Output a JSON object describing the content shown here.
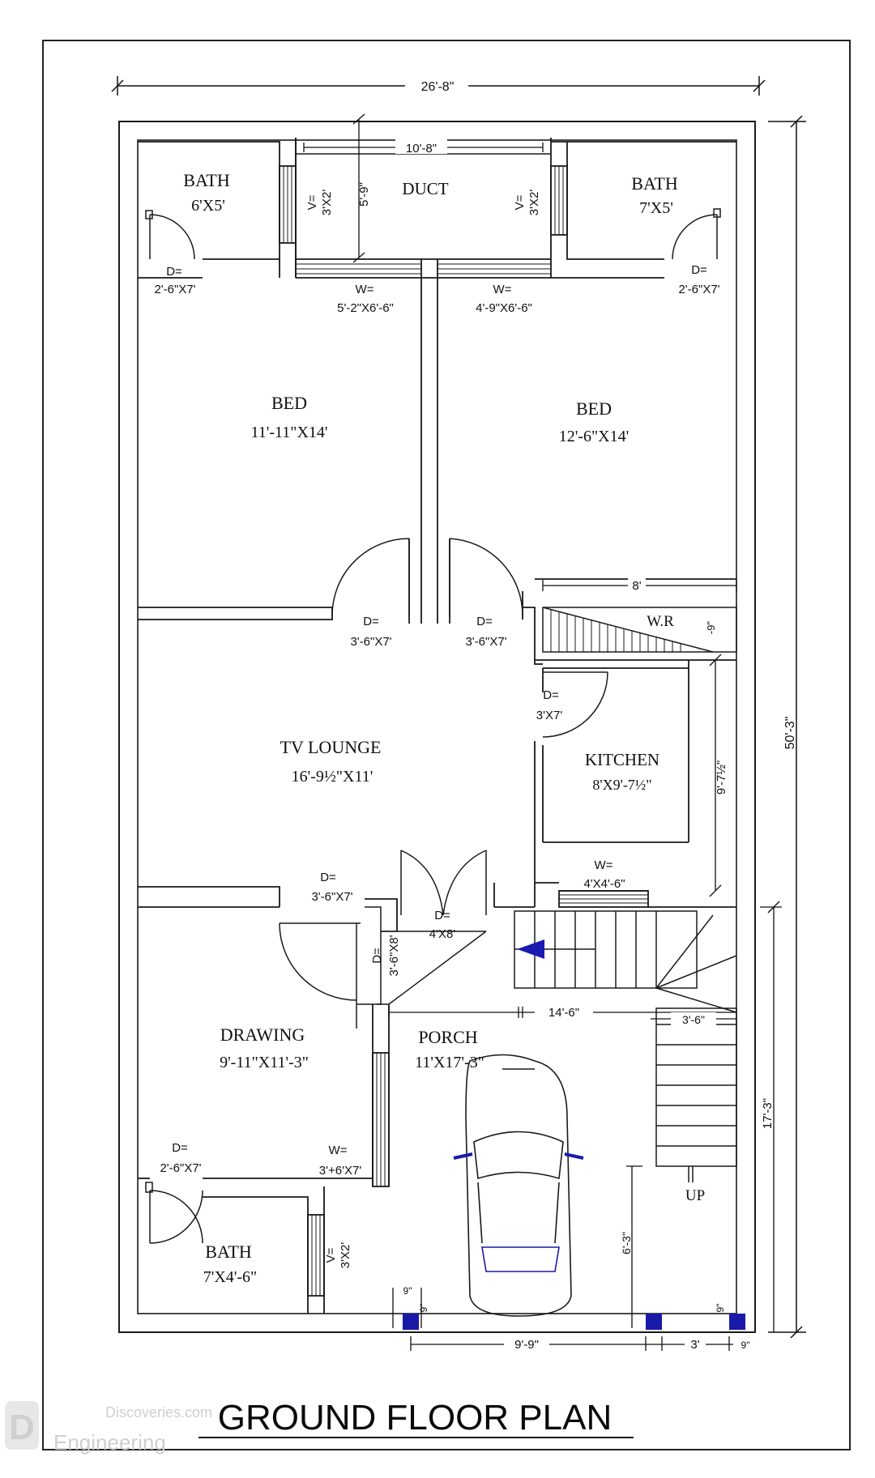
{
  "title": "GROUND FLOOR PLAN",
  "watermark": {
    "line1": "Discoveries.com",
    "line2": "Engineering",
    "logo_letter": "D"
  },
  "overall": {
    "width": "26'-8\"",
    "depth": "50'-3\""
  },
  "rooms": {
    "bath_left": {
      "name": "BATH",
      "size": "6'X5'"
    },
    "bath_right": {
      "name": "BATH",
      "size": "7'X5'"
    },
    "duct": {
      "name": "DUCT",
      "dim_w": "10'-8\"",
      "dim_h": "5'-9\""
    },
    "bed_left": {
      "name": "BED",
      "size": "11'-11\"X14'"
    },
    "bed_right": {
      "name": "BED",
      "size": "12'-6\"X14'"
    },
    "wr": {
      "name": "W.R",
      "dim_w": "8'",
      "dim_h": "-9\""
    },
    "tv_lounge": {
      "name": "TV LOUNGE",
      "size": "16'-9½\"X11'"
    },
    "kitchen": {
      "name": "KITCHEN",
      "size": "8'X9'-7½\"",
      "dim_h": "9'-7½\""
    },
    "drawing": {
      "name": "DRAWING",
      "size": "9'-11\"X11'-3\""
    },
    "porch": {
      "name": "PORCH",
      "size": "11'X17'-3\""
    },
    "bath_bottom": {
      "name": "BATH",
      "size": "7'X4'-6\""
    }
  },
  "openings": {
    "v_left": {
      "a": "V=",
      "b": "3'X2'"
    },
    "v_right": {
      "a": "V=",
      "b": "3'X2'"
    },
    "v_bottom": {
      "a": "V=",
      "b": "3'X2'"
    },
    "d_bath_left": {
      "a": "D=",
      "b": "2'-6\"X7'"
    },
    "d_bath_right": {
      "a": "D=",
      "b": "2'-6\"X7'"
    },
    "w_bed_left": {
      "a": "W=",
      "b": "5'-2\"X6'-6\""
    },
    "w_bed_right": {
      "a": "W=",
      "b": "4'-9\"X6'-6\""
    },
    "d_bed_left": {
      "a": "D=",
      "b": "3'-6\"X7'"
    },
    "d_bed_right": {
      "a": "D=",
      "b": "3'-6\"X7'"
    },
    "d_kitchen": {
      "a": "D=",
      "b": "3'X7'"
    },
    "w_kitchen": {
      "a": "W=",
      "b": "4'X4'-6\""
    },
    "d_drawing": {
      "a": "D=",
      "b": "3'-6\"X7'"
    },
    "d_main": {
      "a": "D=",
      "b": "4'X8'"
    },
    "d_drawing_side": {
      "a": "D=",
      "b": "3'-6\"X8'"
    },
    "d_bath_bottom": {
      "a": "D=",
      "b": "2'-6\"X7'"
    },
    "w_drawing": {
      "a": "W=",
      "b": "3'+6'X7'"
    }
  },
  "dims": {
    "porch_w": "14'-6\"",
    "stair_w": "3'-6\"",
    "porch_depth": "17'-3\"",
    "pillar_h": "6'-3\"",
    "bottom_a": "9'-9\"",
    "bottom_b": "3'",
    "col_a": "9\"",
    "col_b": "9\"",
    "col_c": "9\"",
    "col_d": "9\"",
    "stair_up": "UP"
  },
  "colors": {
    "line": "#1a1a1a",
    "column": "#1a1aa8",
    "arrow": "#1a1ab0"
  }
}
